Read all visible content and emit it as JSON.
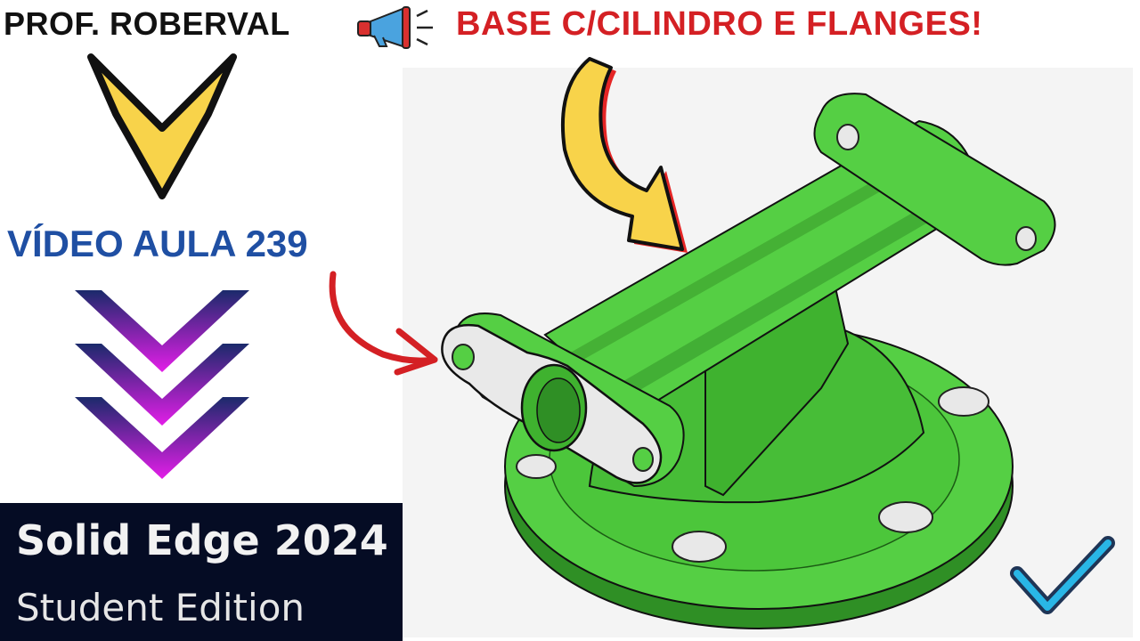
{
  "header": {
    "author": "PROF. ROBERVAL",
    "megaphone_icon": "megaphone-icon",
    "headline": "BASE C/CILINDRO E FLANGES!"
  },
  "lesson": {
    "label": "VÍDEO AULA 239"
  },
  "brand": {
    "line1": "Solid Edge 2024",
    "line2": "Student Edition"
  },
  "icons": [
    "yellow-down-arrow-icon",
    "triple-chevron-down-icon",
    "curved-yellow-arrow-icon",
    "curved-red-arrow-icon",
    "checkmark-icon",
    "megaphone-icon"
  ],
  "colors": {
    "headline_red": "#d42024",
    "lesson_blue": "#1f4fa3",
    "part_green": "#4fc83e",
    "arrow_yellow": "#f8d34a",
    "brand_bg": "#050c24",
    "check_blue": "#29b6e6"
  }
}
